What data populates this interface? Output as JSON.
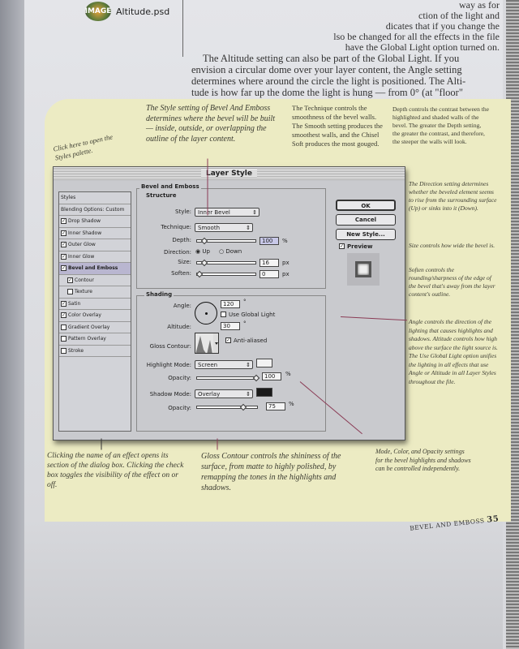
{
  "header": {
    "logo_text": "IMAGE",
    "file_name": "Altitude.psd"
  },
  "intro": {
    "lines": [
      "way as for",
      "ction of the light and",
      "dicates that if you change the",
      "lso be changed for all the effects in the file",
      "have the Global Light option turned on."
    ],
    "para_lines": [
      "The Altitude setting can also be part of the Global Light. If you",
      "envision a circular dome over your layer content, the Angle setting",
      "determines where around the circle the light is positioned. The Alti-",
      "tude is how far up the dome the light is hung — from 0° (at \"floor\""
    ]
  },
  "callouts": {
    "styles_palette": "Click here to open the Styles palette.",
    "style": "The Style setting of Bevel And Emboss determines where the bevel will be built — inside, outside, or overlapping the outline of the layer content.",
    "technique": "The Technique controls the smoothness of the bevel walls. The Smooth setting produces the smoothest walls, and the Chisel Soft produces the most gouged.",
    "depth": "Depth controls the contrast between the highlighted and shaded walls of the bevel. The greater the Depth setting, the greater the contrast, and therefore, the steeper the walls will look.",
    "direction": "The Direction setting determines whether the beveled element seems to rise from the surrounding surface (Up) or sinks into it (Down).",
    "size": "Size controls how wide the bevel is.",
    "soften": "Soften controls the rounding/sharpness of the edge of the bevel that's away from the layer content's outline.",
    "angle": "Angle controls the direction of the lighting that causes highlights and shadows. Altitude controls how high above the surface the light source is. The Use Global Light option unifies the lighting in all effects that use Angle or Altitude in all Layer Styles throughout the file.",
    "name_click": "Clicking the name of an effect opens its section of the dialog box. Clicking the check box toggles the visibility of the effect on or off.",
    "gloss": "Gloss Contour controls the shininess of the surface, from matte to highly polished, by remapping the tones in the highlights and shadows.",
    "mode": "Mode, Color, and Opacity settings for the bevel highlights and shadows can be controlled independently."
  },
  "dialog": {
    "title": "Layer Style",
    "list": [
      {
        "label": "Styles",
        "check": null
      },
      {
        "label": "Blending Options: Custom",
        "check": null
      },
      {
        "label": "Drop Shadow",
        "check": true
      },
      {
        "label": "Inner Shadow",
        "check": true
      },
      {
        "label": "Outer Glow",
        "check": true
      },
      {
        "label": "Inner Glow",
        "check": true
      },
      {
        "label": "Bevel and Emboss",
        "check": true,
        "selected": true
      },
      {
        "label": "Contour",
        "check": true,
        "indent": true
      },
      {
        "label": "Texture",
        "check": false,
        "indent": true
      },
      {
        "label": "Satin",
        "check": true
      },
      {
        "label": "Color Overlay",
        "check": true
      },
      {
        "label": "Gradient Overlay",
        "check": false
      },
      {
        "label": "Pattern Overlay",
        "check": false
      },
      {
        "label": "Stroke",
        "check": false
      }
    ],
    "section": "Bevel and Emboss",
    "structure": {
      "title": "Structure",
      "style_label": "Style:",
      "style": "Inner Bevel",
      "technique_label": "Technique:",
      "technique": "Smooth",
      "depth_label": "Depth:",
      "depth": "100",
      "depth_unit": "%",
      "direction_label": "Direction:",
      "up": "Up",
      "down": "Down",
      "size_label": "Size:",
      "size": "16",
      "size_unit": "px",
      "soften_label": "Soften:",
      "soften": "0",
      "soften_unit": "px"
    },
    "shading": {
      "title": "Shading",
      "angle_label": "Angle:",
      "angle": "120",
      "deg": "°",
      "global_light": "Use Global Light",
      "altitude_label": "Altitude:",
      "altitude": "30",
      "gloss_label": "Gloss Contour:",
      "anti_aliased": "Anti-aliased",
      "highlight_label": "Highlight Mode:",
      "highlight_mode": "Screen",
      "opacity_label": "Opacity:",
      "highlight_opacity": "100",
      "pct": "%",
      "shadow_label": "Shadow Mode:",
      "shadow_mode": "Overlay",
      "shadow_opacity": "75"
    },
    "buttons": {
      "ok": "OK",
      "cancel": "Cancel",
      "new_style": "New Style...",
      "preview": "Preview"
    },
    "colors": {
      "highlight": "#f2f2f2",
      "shadow": "#1a1a1a"
    }
  },
  "footer": {
    "section": "BEVEL AND EMBOSS",
    "page": "35"
  }
}
